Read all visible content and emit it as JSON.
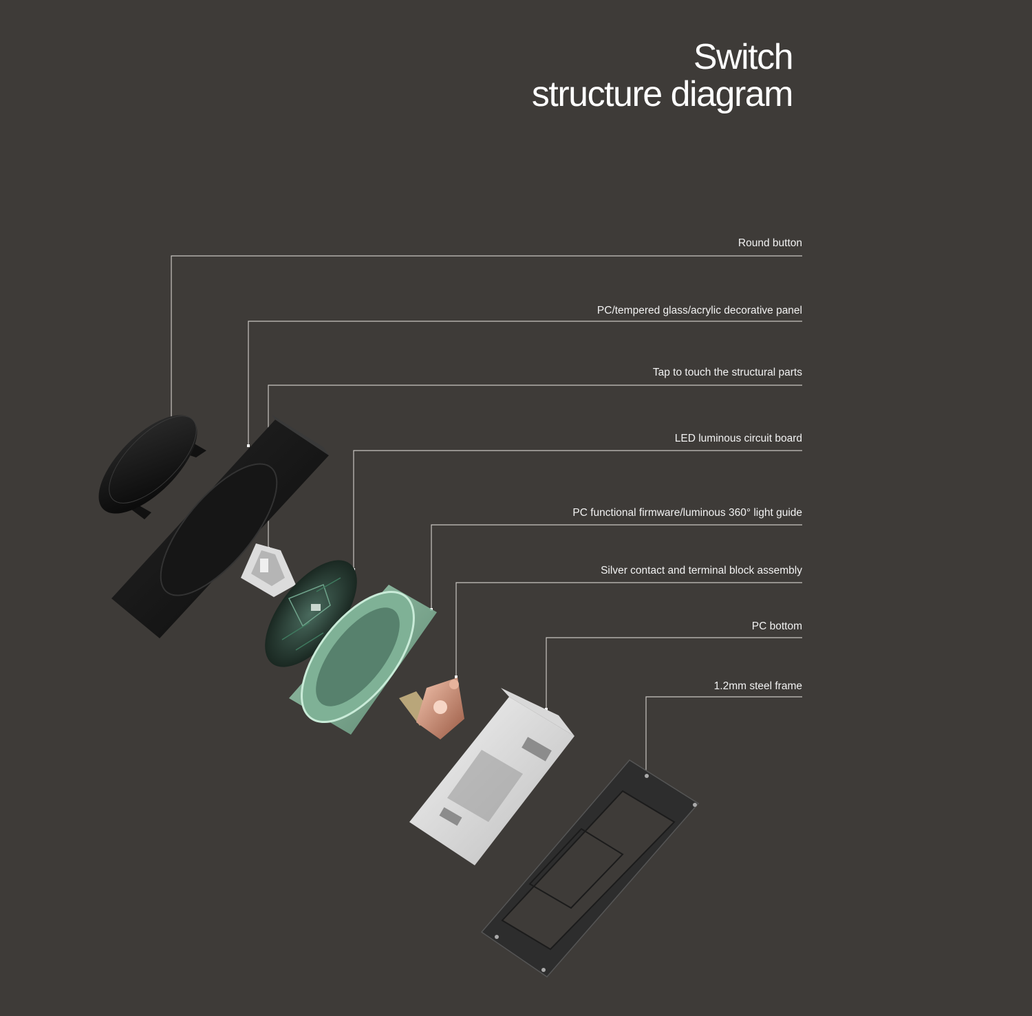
{
  "title": {
    "line1": "Switch",
    "line2": "structure  diagram"
  },
  "labels": [
    "Round button",
    "PC/tempered glass/acrylic decorative panel",
    "Tap to touch the structural parts",
    "LED luminous circuit board",
    "PC functional firmware/luminous 360° light guide",
    "Silver contact and terminal block assembly",
    "PC bottom",
    "1.2mm steel frame"
  ],
  "colors": {
    "background": "#3e3b38",
    "leader_line": "#c9c6c2",
    "text": "#ffffff"
  }
}
